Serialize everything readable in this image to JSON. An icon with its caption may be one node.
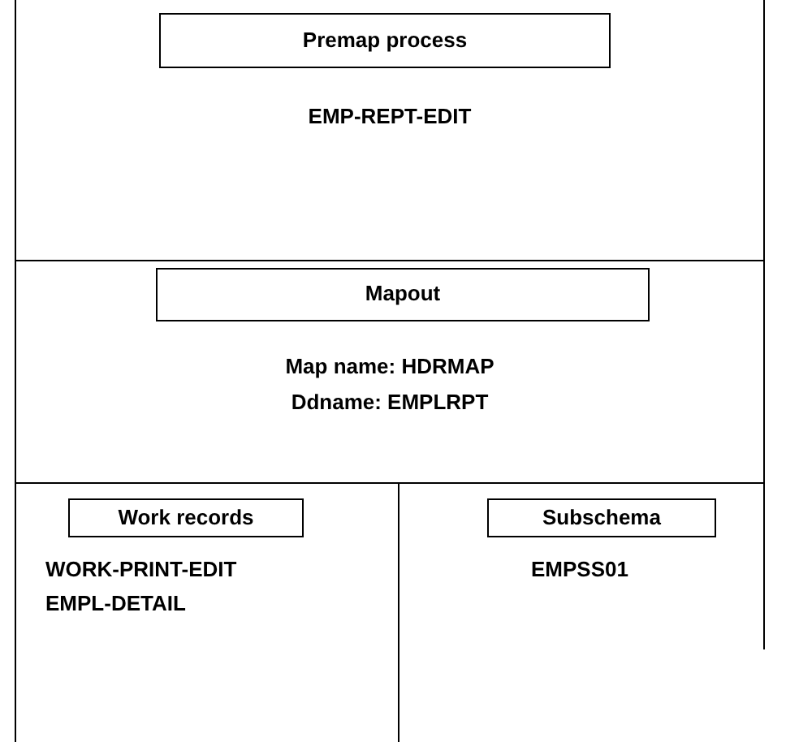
{
  "diagram": {
    "nodes": [
      {
        "text": [
          "Premap process",
          "EMP-REPT-EDIT"
        ]
      },
      {
        "text": [
          "Mapout",
          "Map name: HDRMAP",
          "Ddname: EMPLRPT"
        ]
      },
      {
        "text": [
          "Work records",
          "WORK-PRINT-EDIT",
          "EMPL-DETAIL"
        ]
      },
      {
        "text": [
          "Subschema",
          "EMPSS01"
        ]
      }
    ]
  }
}
